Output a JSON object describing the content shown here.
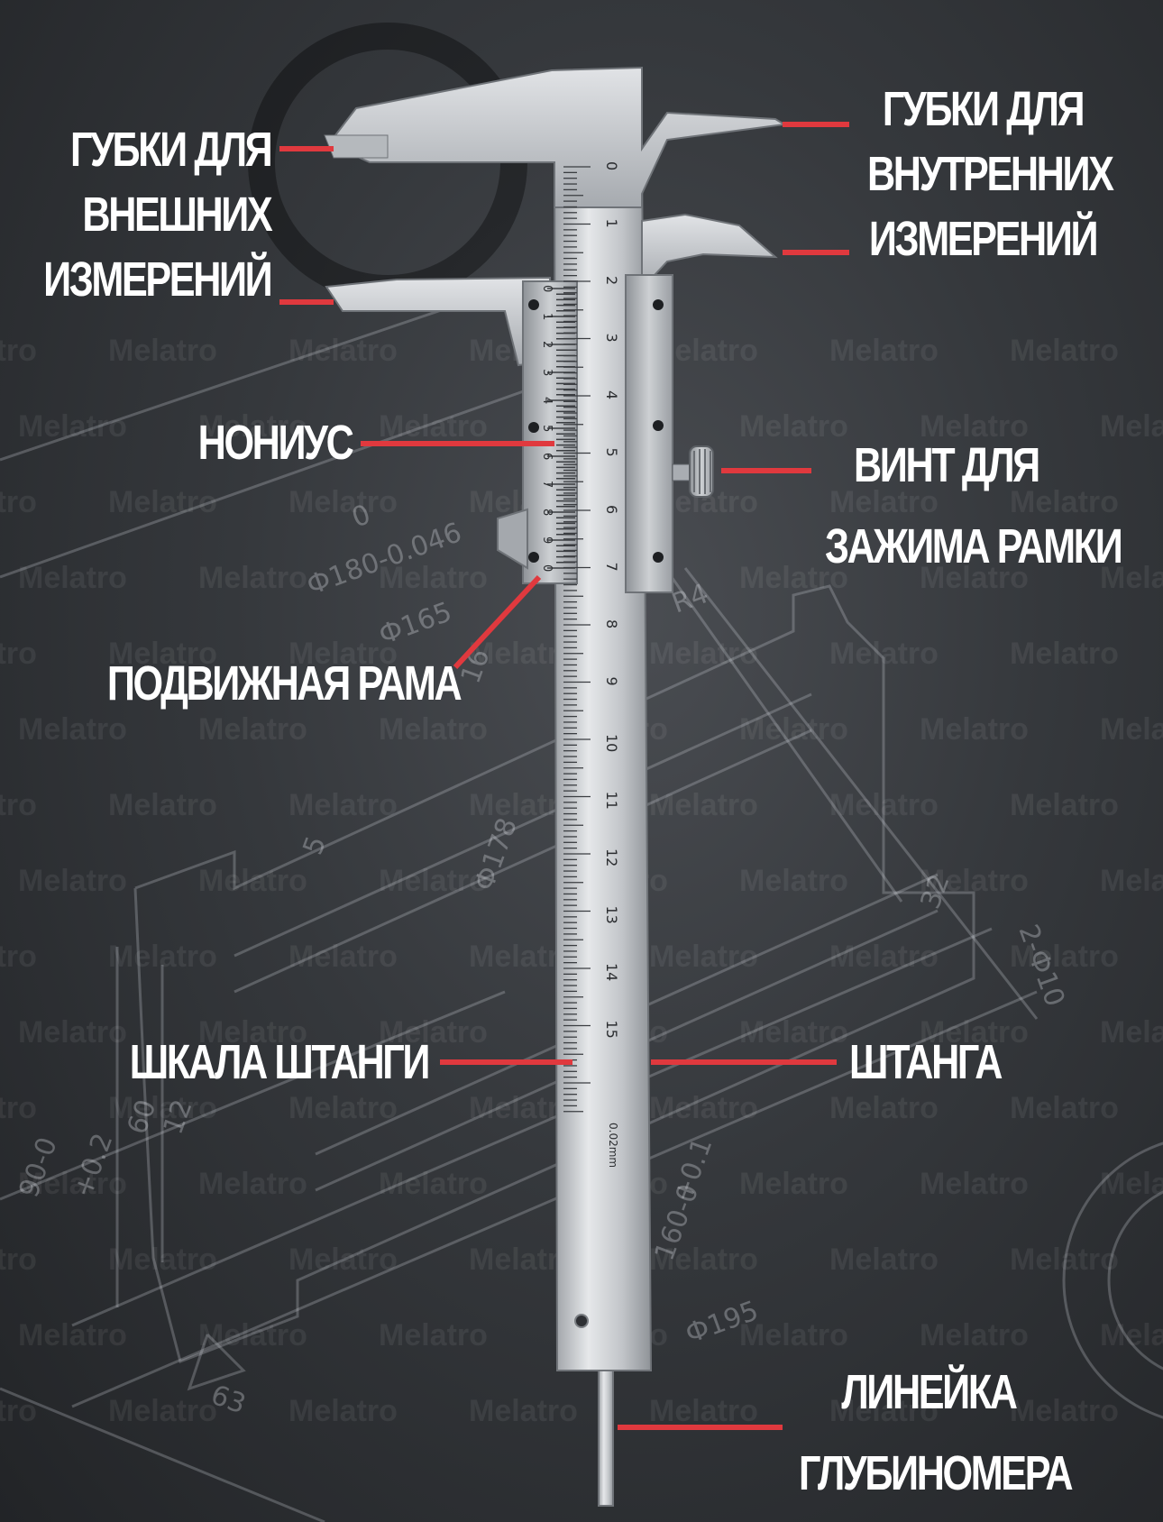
{
  "watermark": "Melatro",
  "colors": {
    "background": "#35383c",
    "leader": "#e0393e",
    "label": "#ffffff",
    "steel": "#c9ccd0"
  },
  "labels": {
    "outer_jaws": [
      "ГУБКИ ДЛЯ",
      "ВНЕШНИХ",
      "ИЗМЕРЕНИЙ"
    ],
    "inner_jaws": [
      "ГУБКИ ДЛЯ",
      "ВНУТРЕННИХ",
      "ИЗМЕРЕНИЙ"
    ],
    "vernier": "НОНИУС",
    "clamp_screw": [
      "ВИНТ ДЛЯ",
      "ЗАЖИМА РАМКИ"
    ],
    "movable_frame": "ПОДВИЖНАЯ РАМА",
    "bar_scale": "ШКАЛА ШТАНГИ",
    "bar": "ШТАНГА",
    "depth_rod": [
      "ЛИНЕЙКА",
      "ГЛУБИНОМЕРА"
    ]
  },
  "main_scale_numbers": [
    "0",
    "1",
    "2",
    "3",
    "4",
    "5",
    "6",
    "7",
    "8",
    "9",
    "10",
    "11",
    "12",
    "13",
    "14",
    "15"
  ],
  "vernier_numbers": [
    "0",
    "1",
    "2",
    "3",
    "4",
    "5",
    "6",
    "7",
    "8",
    "9",
    "0"
  ],
  "resolution_mark": "0.02mm",
  "drawing_dims": [
    "0",
    "Ф180-0.046",
    "Ф165",
    "16",
    "R4",
    "Ф178",
    "5",
    "32",
    "2-Ф10",
    "60",
    "12",
    "+0.2",
    "90-0",
    "+0.1",
    "160-0",
    "Ф195",
    "63"
  ]
}
